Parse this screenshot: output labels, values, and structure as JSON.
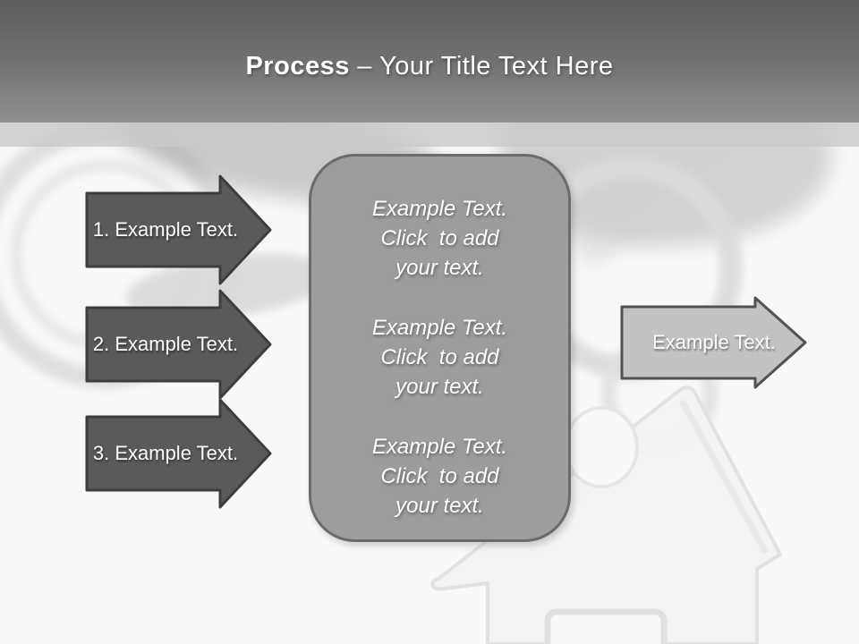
{
  "slide": {
    "header": {
      "title_bold": "Process",
      "title_rest": " – Your Title Text Here",
      "colors": {
        "gradient_top": "#5d5d5d",
        "gradient_bottom": "#909090",
        "band": "#c9c9c9",
        "text": "#ffffff"
      }
    },
    "steps": [
      {
        "label": "1. Example Text."
      },
      {
        "label": "2. Example Text."
      },
      {
        "label": "3. Example Text."
      }
    ],
    "step_style": {
      "fill": "#5a5a5a",
      "border": "#3d3d3d",
      "text": "#fdfdfd"
    },
    "center_box": {
      "fill": "#9d9d9d",
      "border": "#6b6b6b",
      "paragraphs": [
        {
          "lines": [
            "Example Text.",
            "Click  to add",
            "your text."
          ]
        },
        {
          "lines": [
            "Example Text.",
            "Click  to add",
            "your text."
          ]
        },
        {
          "lines": [
            "Example Text.",
            "Click  to add",
            "your text."
          ]
        }
      ]
    },
    "result_arrow": {
      "label": "Example Text.",
      "fill": "#c2c2c2",
      "border": "#525252"
    },
    "background": {
      "image_name": "keys-with-house-keychain-photo",
      "body_color": "#f8f8f8"
    }
  }
}
